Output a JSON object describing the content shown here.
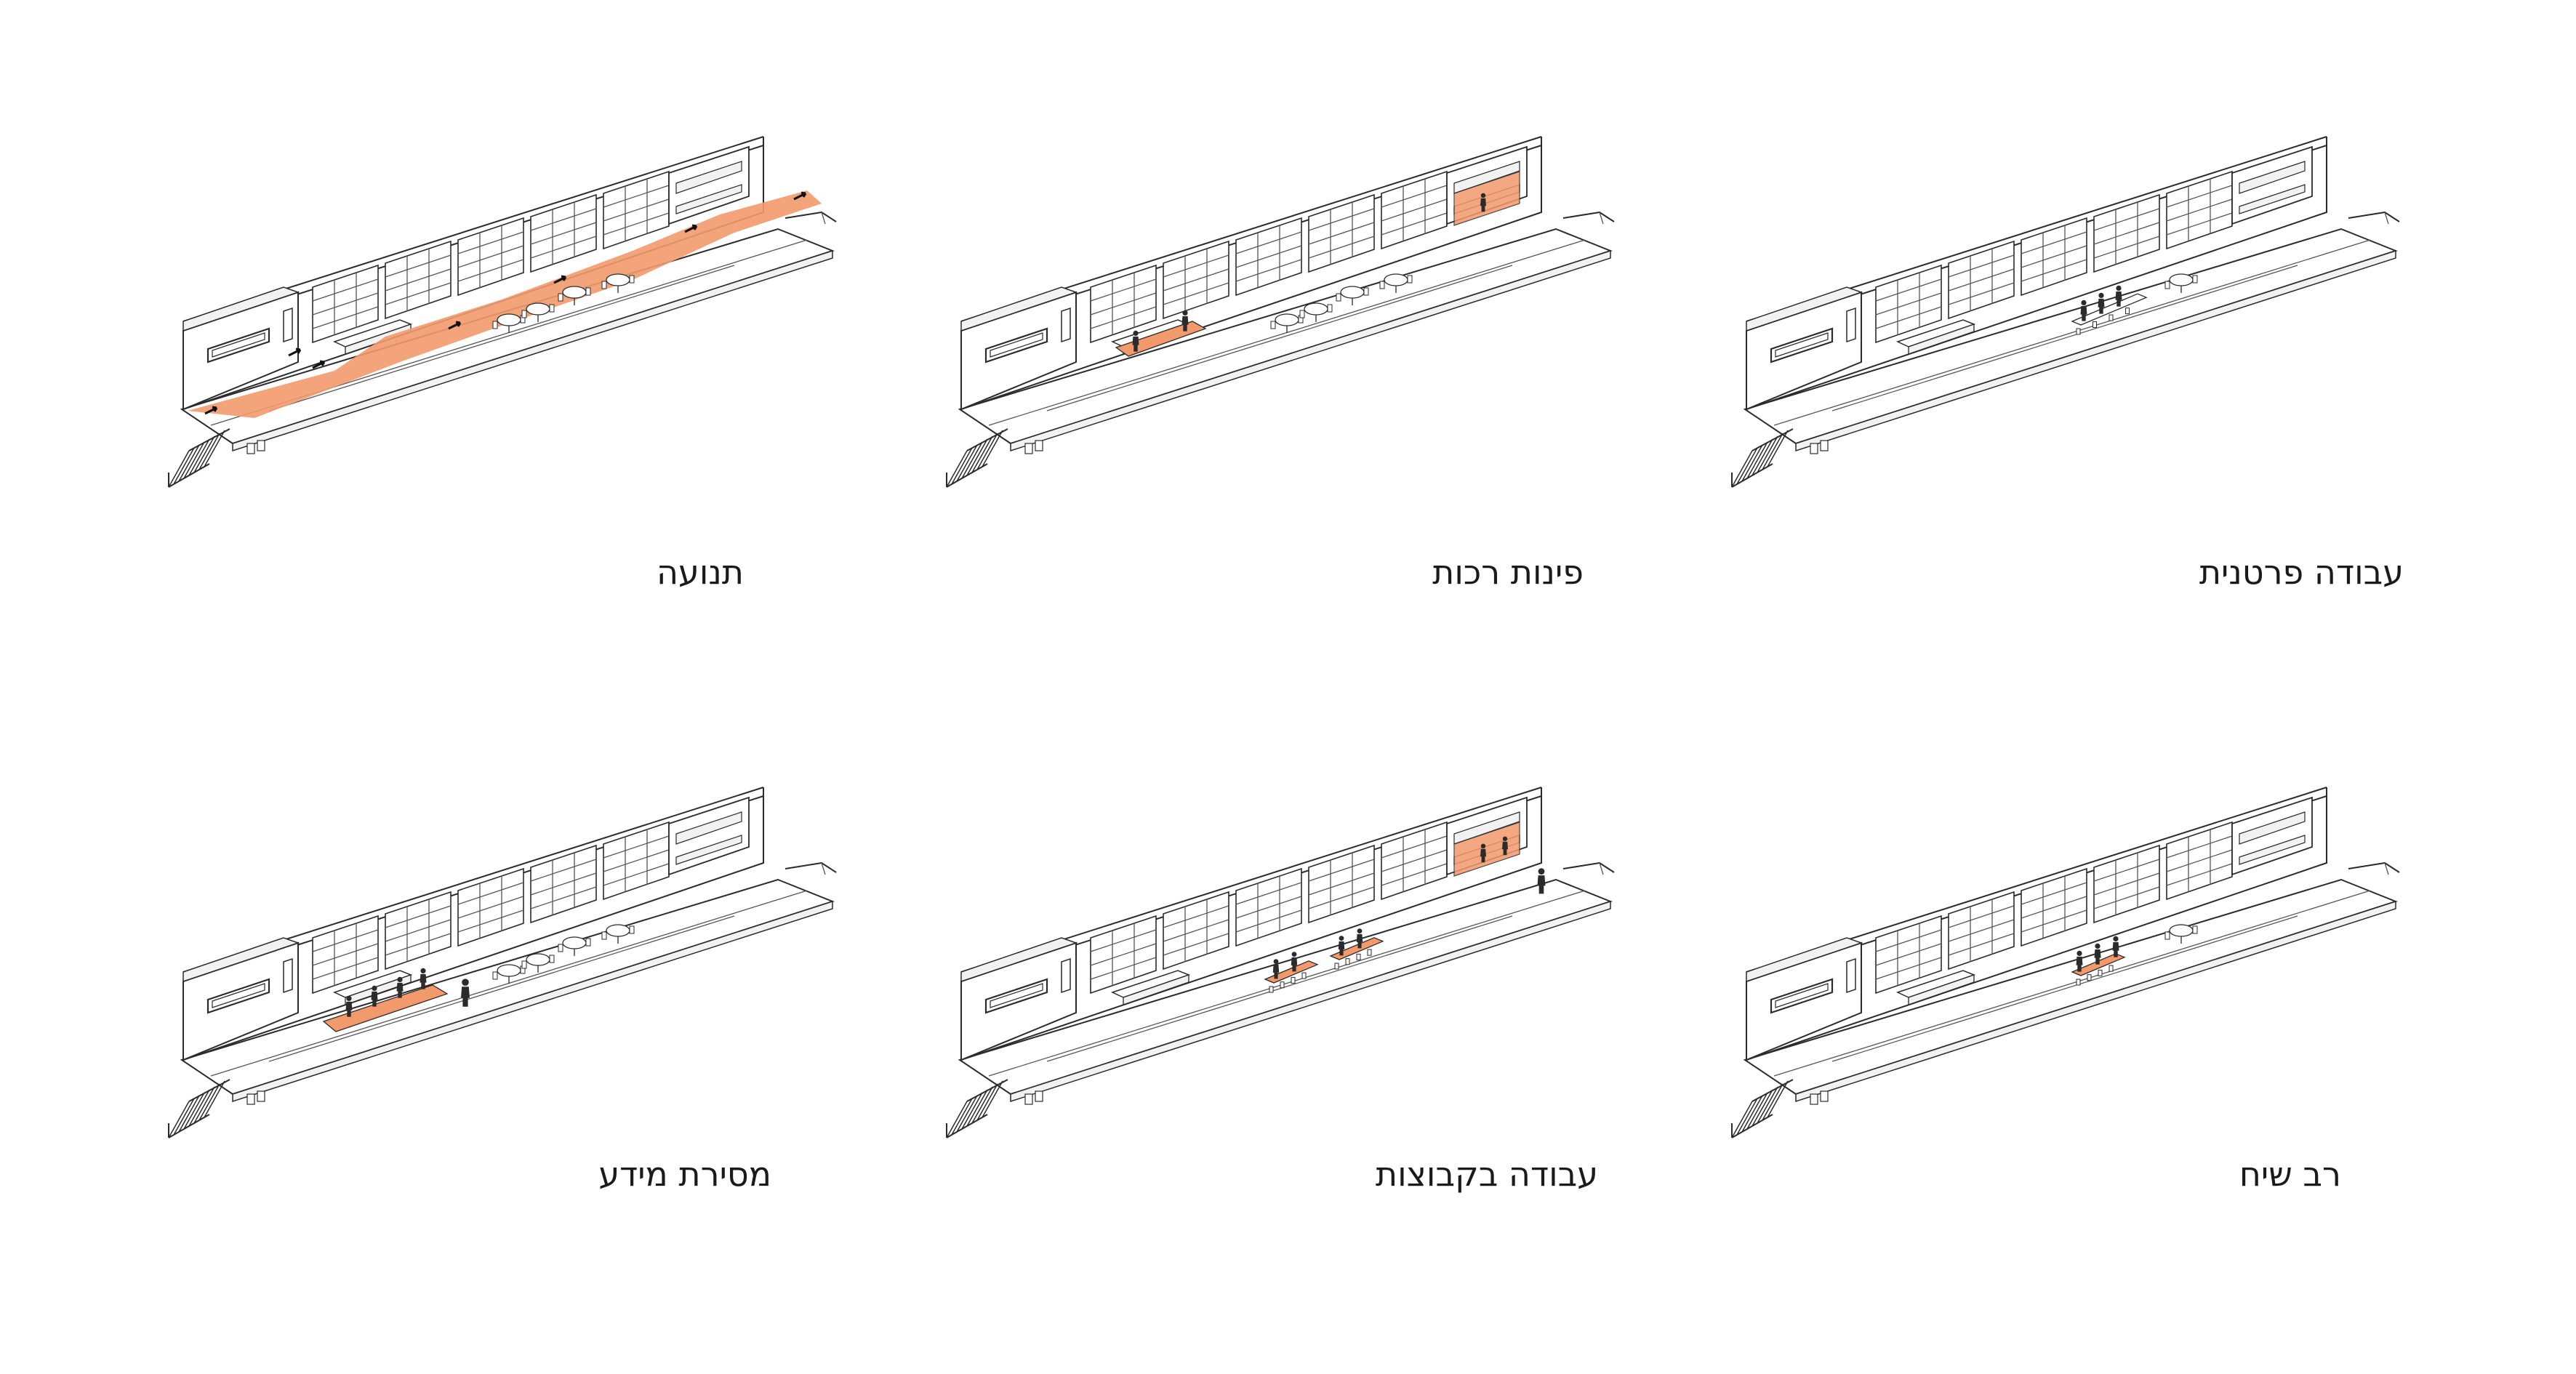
{
  "highlight_color": "#f29a6c",
  "ink_color": "#2b2b2b",
  "panels": [
    {
      "id": "movement",
      "label": "תנועה"
    },
    {
      "id": "soft",
      "label": "פינות רכות"
    },
    {
      "id": "individual",
      "label": "עבודה פרטנית"
    },
    {
      "id": "info",
      "label": "מסירת מידע"
    },
    {
      "id": "group",
      "label": "עבודה בקבוצות"
    },
    {
      "id": "dialogue",
      "label": "רב שיח"
    }
  ]
}
